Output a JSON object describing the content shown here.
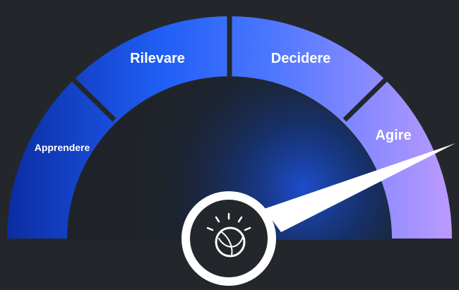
{
  "gauge": {
    "segments": [
      {
        "label": "Apprendere"
      },
      {
        "label": "Rilevare"
      },
      {
        "label": "Decidere"
      },
      {
        "label": "Agire"
      }
    ],
    "needle_icon": "ibm-watson-logo-icon",
    "colors": {
      "background": "#23272b",
      "gradient_start": "#0a2a9e",
      "gradient_mid": "#2c63f2",
      "gradient_end": "#b893ff",
      "hub": "#ffffff",
      "hub_inner": "#23272b"
    }
  }
}
